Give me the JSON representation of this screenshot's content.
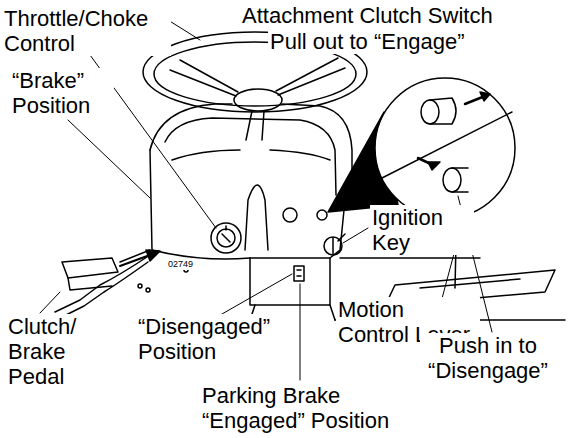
{
  "diagram": {
    "labels": [
      "Throttle/Choke Control",
      "Attachment Clutch Switch",
      "Pull out to “Engage”",
      "“Brake” Position",
      "Ignition Key",
      "Clutch/ Brake Pedal",
      "“Disengaged” Position",
      "Motion Control Lever",
      "Push in to “Disengage”",
      "Parking Brake “Engaged” Position",
      "02749"
    ]
  }
}
